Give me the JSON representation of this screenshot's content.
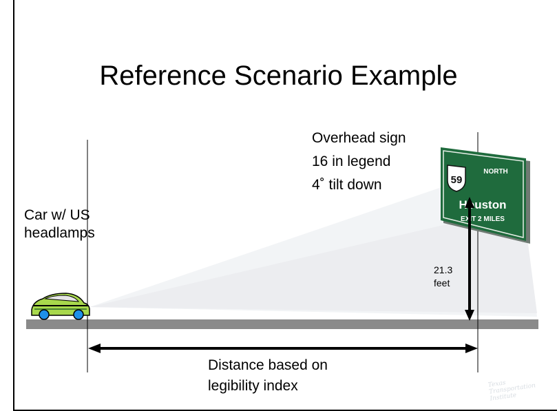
{
  "title": "Reference Scenario Example",
  "car_label": [
    "Car w/ US",
    "headlamps"
  ],
  "sign_info": [
    "Overhead sign",
    "16 in legend",
    "4˚ tilt down"
  ],
  "height_label": [
    "21.3",
    "feet"
  ],
  "distance_label": [
    "Distance based on",
    "legibility index"
  ],
  "road_sign": {
    "route_number": "59",
    "direction": "NORTH",
    "destination": "Houston",
    "exit_text": "EXIT 2 MILES",
    "background_color": "#1f6b3d"
  },
  "car": {
    "body_color": "#a8d84c",
    "wheel_color": "#1e90e8"
  },
  "watermark": [
    "Texas",
    "Transportation",
    "Institute"
  ]
}
